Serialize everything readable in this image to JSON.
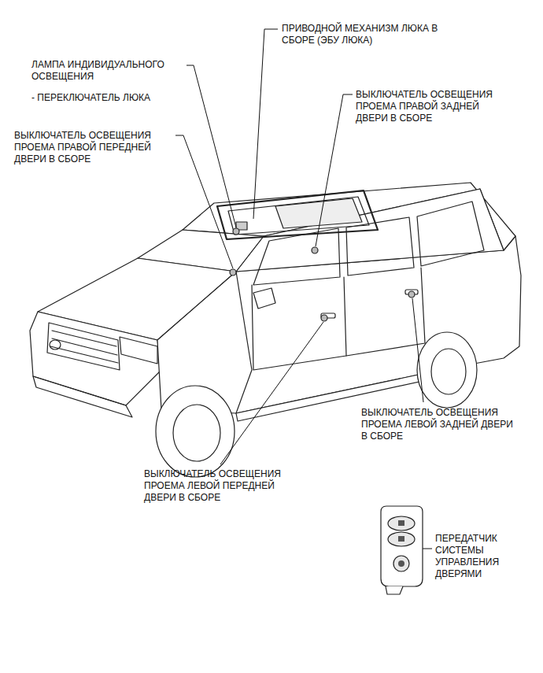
{
  "diagram": {
    "labels": [
      "ПРИВОДНОЙ МЕХАНИЗМ ЛЮКА В СБОРЕ (ЭБУ ЛЮКА)",
      "ЛАМПА ИНДИВИДУАЛЬНОГО ОСВЕЩЕНИЯ",
      "- ПЕРЕКЛЮЧАТЕЛЬ ЛЮКА",
      "ВЫКЛЮЧАТЕЛЬ ОСВЕЩЕНИЯ ПРОЕМА ПРАВОЙ ЗАДНЕЙ ДВЕРИ В СБОРЕ",
      "ВЫКЛЮЧАТЕЛЬ ОСВЕЩЕНИЯ ПРОЕМА ПРАВОЙ ПЕРЕДНЕЙ ДВЕРИ В СБОРЕ",
      "ВЫКЛЮЧАТЕЛЬ ОСВЕЩЕНИЯ ПРОЕМА ЛЕВОЙ ЗАДНЕЙ ДВЕРИ В СБОРЕ",
      "ВЫКЛЮЧАТЕЛЬ ОСВЕЩЕНИЯ ПРОЕМА ЛЕВОЙ ПЕРЕДНЕЙ ДВЕРИ В СБОРЕ",
      "ПЕРЕДАТЧИК СИСТЕМЫ УПРАВЛЕНИЯ ДВЕРЯМИ"
    ]
  }
}
